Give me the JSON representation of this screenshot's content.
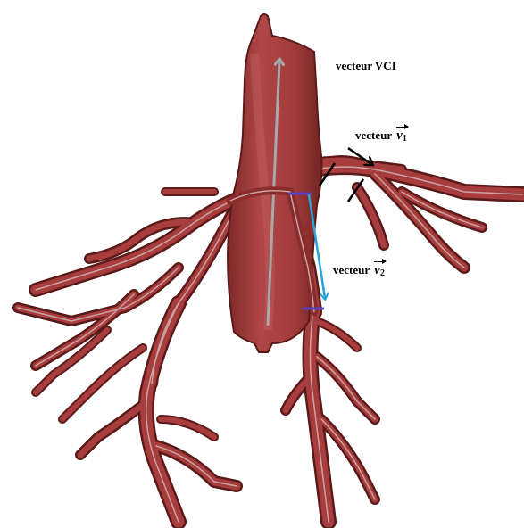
{
  "labels": {
    "vci": {
      "text": "vecteur VCI"
    },
    "v1": {
      "prefix": "vecteur",
      "symbol": "v",
      "subscript": "1"
    },
    "v2": {
      "prefix": "vecteur",
      "symbol": "v",
      "subscript": "2"
    }
  },
  "colors": {
    "vessel_fill": "#a83d3d",
    "vessel_dark": "#6e1f1f",
    "vessel_edge": "#5a1a1a",
    "centerline": "#c9c9c9",
    "vci_vector": "#a8a8a8",
    "v1_vector": "#000000",
    "v2_vector": "#29a3e0",
    "v2_endpoints": "#5b3fc4",
    "v1_markers": "#000000"
  }
}
